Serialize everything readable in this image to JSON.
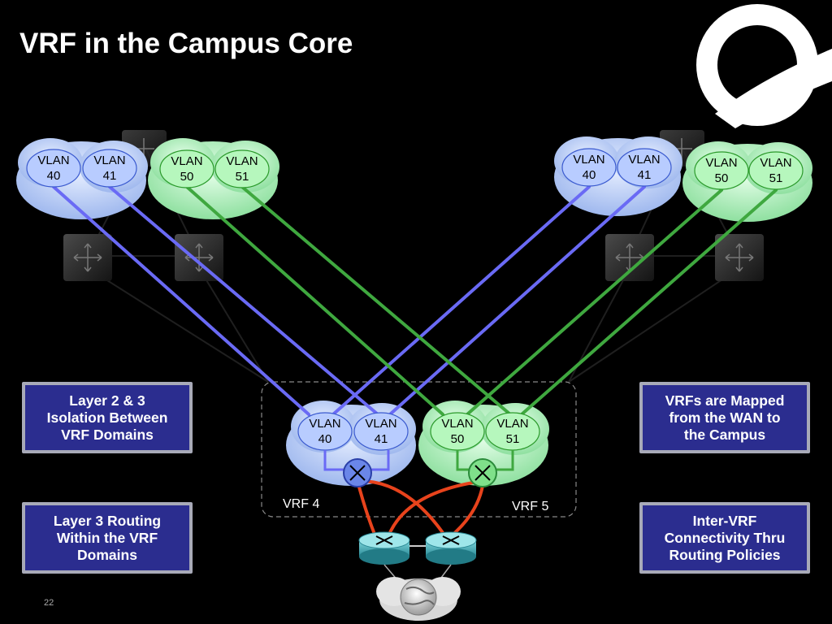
{
  "slide": {
    "title": "VRF in the Campus Core",
    "page_number": "22"
  },
  "clouds": {
    "top_left_blue": {
      "vlan_a": [
        "VLAN",
        "40"
      ],
      "vlan_b": [
        "VLAN",
        "41"
      ]
    },
    "top_left_green": {
      "vlan_a": [
        "VLAN",
        "50"
      ],
      "vlan_b": [
        "VLAN",
        "51"
      ]
    },
    "top_right_blue": {
      "vlan_a": [
        "VLAN",
        "40"
      ],
      "vlan_b": [
        "VLAN",
        "41"
      ]
    },
    "top_right_green": {
      "vlan_a": [
        "VLAN",
        "50"
      ],
      "vlan_b": [
        "VLAN",
        "51"
      ]
    },
    "core_blue": {
      "vlan_a": [
        "VLAN",
        "40"
      ],
      "vlan_b": [
        "VLAN",
        "41"
      ]
    },
    "core_green": {
      "vlan_a": [
        "VLAN",
        "50"
      ],
      "vlan_b": [
        "VLAN",
        "51"
      ]
    }
  },
  "vrf_labels": {
    "left": "VRF 4",
    "right": "VRF 5"
  },
  "boxes": {
    "left_top": [
      "Layer 2 & 3",
      "Isolation Between",
      "VRF Domains"
    ],
    "left_bottom": [
      "Layer 3 Routing",
      "Within the VRF",
      "Domains"
    ],
    "right_top": [
      "VRFs are Mapped",
      "from the WAN to",
      "the Campus"
    ],
    "right_bottom": [
      "Inter-VRF",
      "Connectivity Thru",
      "Routing Policies"
    ]
  },
  "colors": {
    "blue_link": "#6a6af5",
    "green_link": "#3fa83f",
    "red_link": "#e8431c",
    "box_fill": "#2b2d8f",
    "box_border": "#a8aab8",
    "blue_cloud": "#b9cdf5",
    "green_cloud": "#a9ebb4"
  }
}
